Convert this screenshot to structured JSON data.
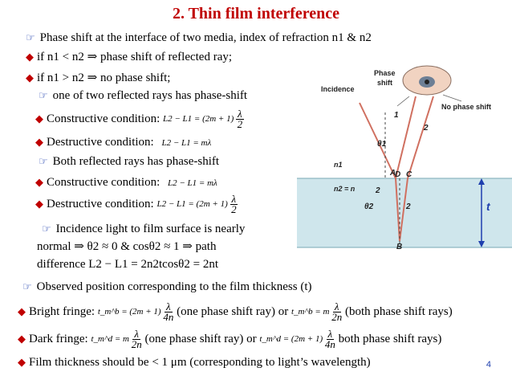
{
  "title": "2. Thin film interference",
  "lines": {
    "l1": "Phase shift at the interface of two media, index of refraction n1 & n2",
    "l2": "if n1 < n2 ⇒ phase shift of reflected ray;",
    "l3": "if n1 > n2 ⇒ no phase shift;",
    "l4": "one of two reflected rays has phase-shift",
    "l5": "Constructive condition:",
    "l5f": "L2 − L1 = (2m + 1)",
    "l6": "Destructive condition:",
    "l6f": "L2 − L1 = mλ",
    "l7": "Both reflected rays has phase-shift",
    "l8": "Constructive condition:",
    "l8f": "L2 − L1 = mλ",
    "l9": "Destructive condition:",
    "l9f": "L2 − L1 = (2m + 1)",
    "l10a": "Incidence light to film surface is nearly",
    "l10b": "normal  ⇒ θ2 ≈ 0 & cosθ2 ≈ 1 ⇒ path",
    "l10c": "difference L2 − L1 = 2n2tcosθ2 = 2nt",
    "l11": "Observed position corresponding to the film thickness (t)",
    "l12a": "Bright fringe:",
    "l12f1": "t_m^b = (2m + 1)",
    "l12b": "(one phase shift ray) or",
    "l12f2": "t_m^b = m",
    "l12c": "(both phase shift rays)",
    "l13a": "Dark fringe:",
    "l13f1": "t_m^d = m",
    "l13b": "(one phase shift ray) or",
    "l13f2": "t_m^d = (2m + 1)",
    "l13c": "both phase shift rays)",
    "l14": "Film thickness should be < 1 μm (corresponding to light’s wavelength)",
    "frac_lambda": "λ",
    "frac_2": "2",
    "frac_4n": "4n",
    "frac_2n": "2n"
  },
  "diagram": {
    "incidence": "Incidence",
    "phase_shift_1": "Phase",
    "phase_shift_2": "shift",
    "no_phase_shift": "No phase shift",
    "n1": "n1",
    "n2": "n2 = n",
    "theta1": "θ1",
    "theta2": "θ2",
    "A": "A",
    "B": "B",
    "C": "C",
    "D": "D",
    "ray1": "1",
    "ray2_upper": "2",
    "ray2_mid": "2",
    "ray2_right": "2",
    "t": "t"
  },
  "page_number": "4",
  "colors": {
    "title": "#c00000",
    "bullet_diamond": "#c00000",
    "bullet_hand": "#1f3fae",
    "film": "#cfe6ec",
    "ray": "#d07060",
    "page_number": "#1f3fae"
  }
}
